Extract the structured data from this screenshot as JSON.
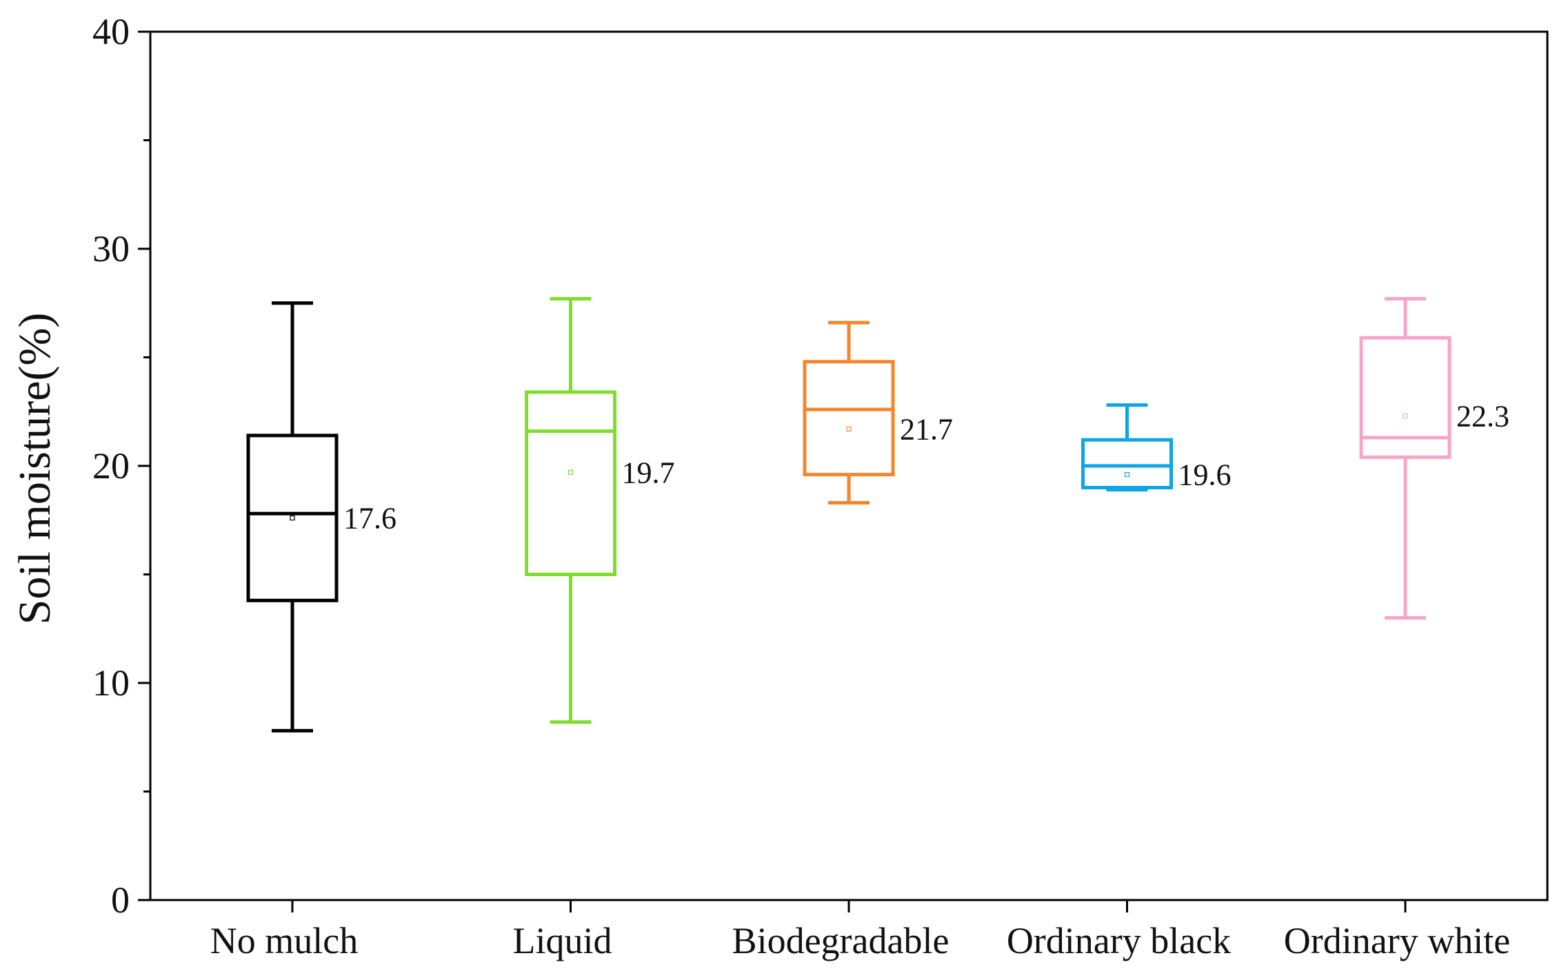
{
  "chart_data": {
    "type": "box",
    "title": "",
    "xlabel": "",
    "ylabel": "Soil moisture(%)",
    "ylim": [
      0,
      40
    ],
    "yticks": [
      "0",
      "10",
      "20",
      "30",
      "40"
    ],
    "grid": false,
    "legend": "none",
    "categories": [
      "No mulch",
      "Liquid",
      "Biodegradable",
      "Ordinary black",
      "Ordinary white"
    ],
    "boxes": [
      {
        "category": "No mulch",
        "color": "#000000",
        "min": 7.8,
        "q1": 13.8,
        "median": 17.8,
        "q3": 21.4,
        "max": 27.5,
        "mean": 17.6,
        "mean_label": "17.6"
      },
      {
        "category": "Liquid",
        "color": "#80dd2c",
        "min": 8.2,
        "q1": 15.0,
        "median": 21.6,
        "q3": 23.4,
        "max": 27.7,
        "mean": 19.7,
        "mean_label": "19.7"
      },
      {
        "category": "Biodegradable",
        "color": "#f6862b",
        "min": 18.3,
        "q1": 19.6,
        "median": 22.6,
        "q3": 24.8,
        "max": 26.6,
        "mean": 21.7,
        "mean_label": "21.7"
      },
      {
        "category": "Ordinary black",
        "color": "#0ea5e6",
        "min": 18.9,
        "q1": 19.0,
        "median": 20.0,
        "q3": 21.2,
        "max": 22.8,
        "mean": 19.6,
        "mean_label": "19.6"
      },
      {
        "category": "Ordinary white",
        "color": "#f8a4c8",
        "min": 13.0,
        "q1": 20.4,
        "median": 21.3,
        "q3": 25.9,
        "max": 27.7,
        "mean": 22.3,
        "mean_label": "22.3"
      }
    ]
  }
}
